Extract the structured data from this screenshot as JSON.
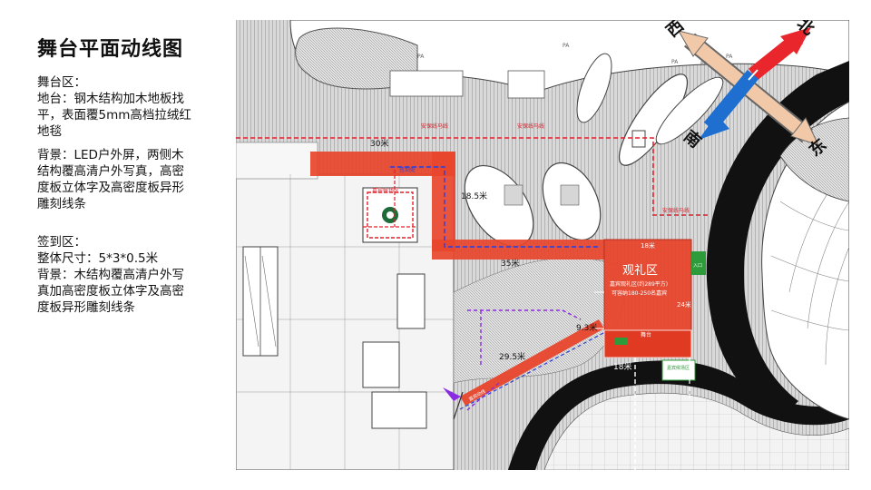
{
  "title": "舞台平面动线图",
  "stage_section": {
    "heading": "舞台区：",
    "floor_line1": "地台：钢木结构加木地板找",
    "floor_line2": "平，表面覆5mm高档拉绒红",
    "floor_line3": "地毯",
    "bg_line1": "背景：LED户外屏，两侧木",
    "bg_line2": "结构覆高清户外写真，高密",
    "bg_line3": "度板立体字及高密度板异形",
    "bg_line4": "雕刻线条"
  },
  "signin_section": {
    "heading": "签到区：",
    "size_line": "整体尺寸：5*3*0.5米",
    "bg_line1": "背景：木结构覆高清户外写",
    "bg_line2": "真加高密度板立体字及高密",
    "bg_line3": "度板异形雕刻线条"
  },
  "plan": {
    "compass": {
      "west": "西",
      "north": "北",
      "south": "南",
      "east": "东"
    },
    "dimensions": {
      "d30": "30米",
      "d18_5": "18.5米",
      "d35": "35米",
      "d18_top": "18米",
      "d24": "24米",
      "d9_3": "9.3米",
      "d29_5": "29.5米",
      "d18_bottom": "18米"
    },
    "zones": {
      "viewing_title": "观礼区",
      "viewing_sub1": "嘉宾观礼区(约289平方)",
      "viewing_sub2": "可容纳180-250名嘉宾",
      "stage_label": "舞台",
      "guest_area": "嘉宾候场区",
      "safety_top": "安保线马线",
      "safety_top2": "安保线马线",
      "safety_right": "安保线马线",
      "sign_in": "签到处",
      "entrance": "入口",
      "guest_route": "嘉宾动线"
    },
    "pa_labels": [
      "PA",
      "PA",
      "PA",
      "PA",
      "PA"
    ],
    "colors": {
      "zone_red": "#e8452c",
      "dash_red": "#e0202a",
      "dash_blue": "#2b3fd8",
      "dash_purple": "#8a2be2",
      "arrow_red": "#e8262c",
      "arrow_blue": "#1f6fd0",
      "arrow_tan": "#f2c9a8",
      "green": "#2e9b3a"
    }
  }
}
